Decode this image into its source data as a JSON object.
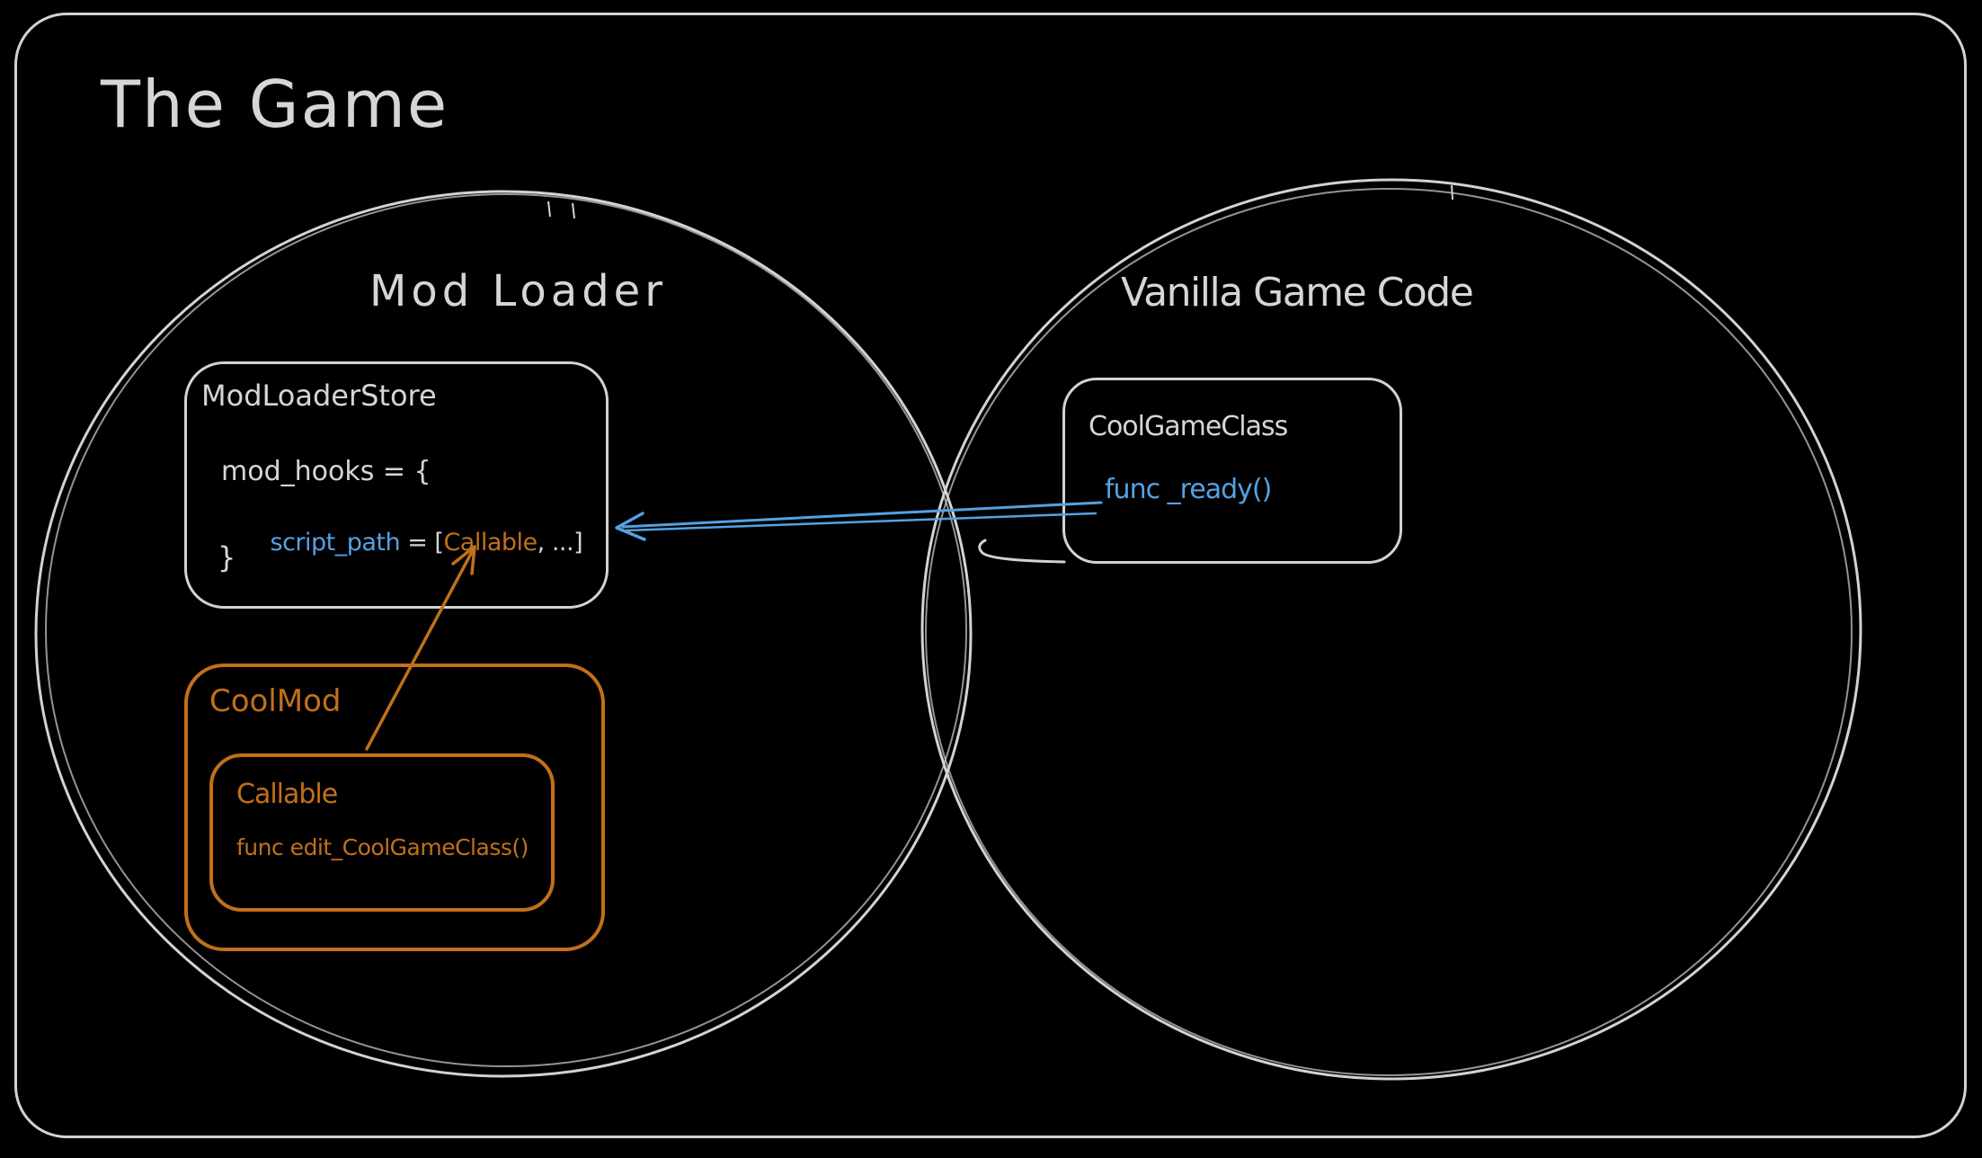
{
  "title": "The Game",
  "colors": {
    "background": "#000000",
    "stroke_gray": "#d3d3d3",
    "text_gray": "#d6d6d6",
    "blue": "#55a1e3",
    "orange": "#c1701b"
  },
  "venn": {
    "left_label": "Mod Loader",
    "right_label": "Vanilla Game Code"
  },
  "mod_loader_store": {
    "title": "ModLoaderStore",
    "code_line1": "mod_hooks = {",
    "code_line2_var": "script_path",
    "code_line2_eq": " = [",
    "code_line2_value": "Callable",
    "code_line2_rest": ", ...]",
    "code_line3": "}"
  },
  "cool_mod": {
    "title": "CoolMod",
    "callable": {
      "title": "Callable",
      "code": "func edit_CoolGameClass()"
    }
  },
  "vanilla": {
    "class_box": {
      "title": "CoolGameClass",
      "code": "func _ready()"
    }
  }
}
